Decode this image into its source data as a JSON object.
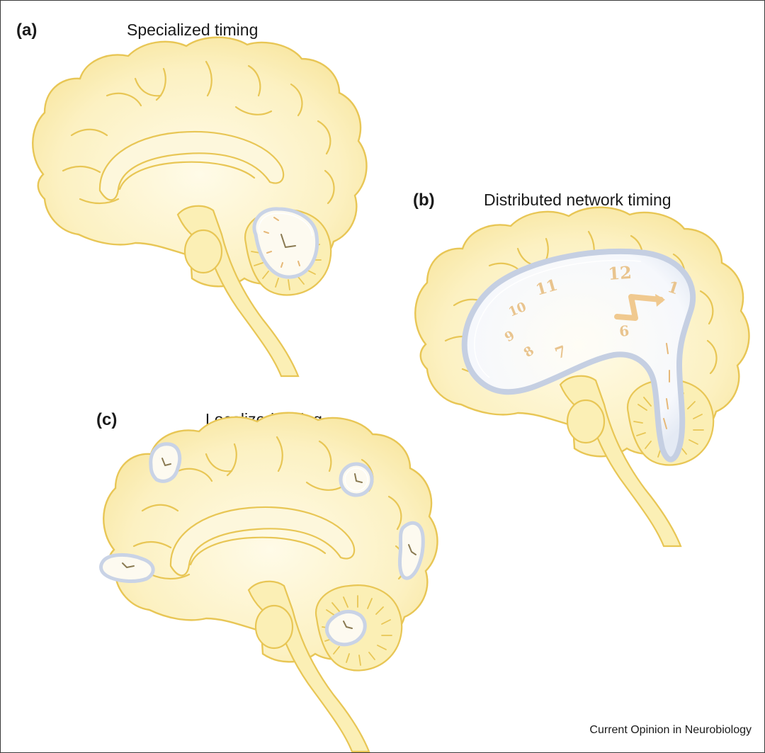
{
  "panels": {
    "a": {
      "letter": "(a)",
      "title": "Specialized timing"
    },
    "b": {
      "letter": "(b)",
      "title": "Distributed network timing"
    },
    "c": {
      "letter": "(c)",
      "title": "Localized timing"
    }
  },
  "clock_numerals": [
    "12",
    "1",
    "11",
    "10",
    "9",
    "8",
    "7",
    "6"
  ],
  "credit": "Current Opinion in Neurobiology",
  "colors": {
    "brain_fill": "#fbefb5",
    "brain_outline": "#e8c655",
    "clock_rim": "#c9d3e6",
    "clock_numerals": "#e9c48e"
  }
}
